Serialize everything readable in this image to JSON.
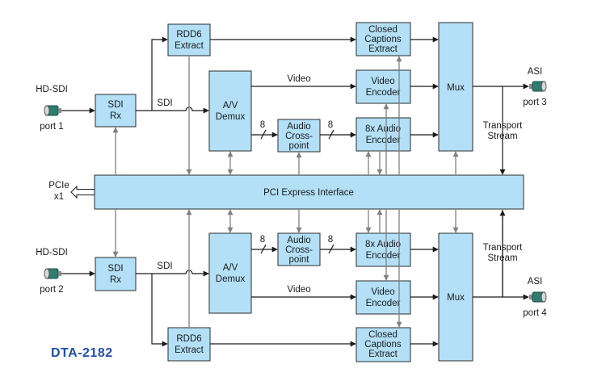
{
  "title": "DTA-2182",
  "pcie": {
    "line1": "PCIe",
    "line2": "x1"
  },
  "pci_block": "PCI Express Interface",
  "top": {
    "input_label": "HD-SDI",
    "port_in": "port 1",
    "sdi_rx": [
      "SDI",
      "Rx"
    ],
    "sdi_label": "SDI",
    "rdd6": [
      "RDD6",
      "Extract"
    ],
    "demux": [
      "A/V",
      "Demux"
    ],
    "bus_8a": "8",
    "bus_8b": "8",
    "crosspoint": [
      "Audio",
      "Cross-",
      "point"
    ],
    "closed_captions": [
      "Closed",
      "Captions",
      "Extract"
    ],
    "video_encoder": [
      "Video",
      "Encoder"
    ],
    "audio_encoder": [
      "8x Audio",
      "Encoder"
    ],
    "video_label": "Video",
    "mux": "Mux",
    "asi_label": "ASI",
    "port_out": "port 3",
    "ts": [
      "Transport",
      "Stream"
    ]
  },
  "bottom": {
    "input_label": "HD-SDI",
    "port_in": "port 2",
    "sdi_rx": [
      "SDI",
      "Rx"
    ],
    "sdi_label": "SDI",
    "rdd6": [
      "RDD6",
      "Extract"
    ],
    "demux": [
      "A/V",
      "Demux"
    ],
    "bus_8a": "8",
    "bus_8b": "8",
    "crosspoint": [
      "Audio",
      "Cross-",
      "point"
    ],
    "closed_captions": [
      "Closed",
      "Captions",
      "Extract"
    ],
    "video_encoder": [
      "Video",
      "Encoder"
    ],
    "audio_encoder": [
      "8x Audio",
      "Encoder"
    ],
    "video_label": "Video",
    "mux": "Mux",
    "asi_label": "ASI",
    "port_out": "port 4",
    "ts": [
      "Transport",
      "Stream"
    ]
  }
}
